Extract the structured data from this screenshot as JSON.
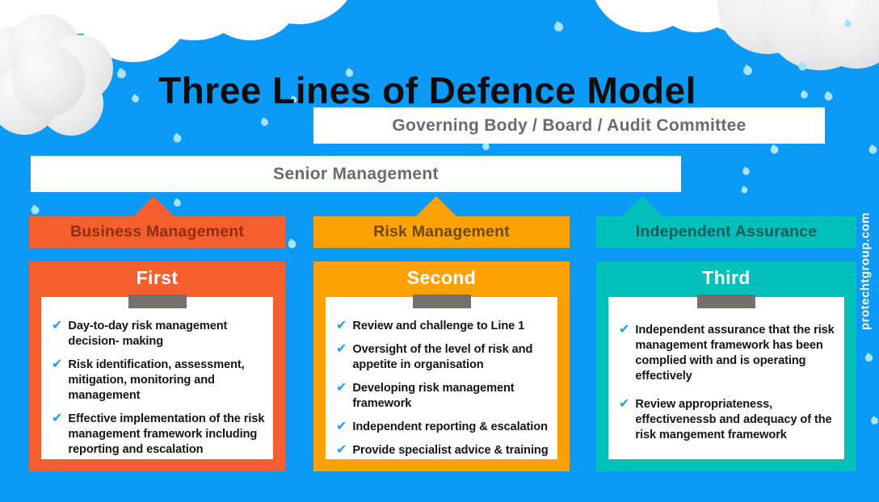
{
  "title": "Three Lines of Defence Model",
  "watermark": "protechtgroup.com",
  "background_color": "#0c9af7",
  "bars": {
    "governing": "Governing Body / Board / Audit Committee",
    "senior": "Senior Management"
  },
  "icons": {
    "check": "✔"
  },
  "columns": [
    {
      "header": "Business Management",
      "line_label": "First",
      "colors": {
        "fill": "#f55f2e",
        "header_text": "#8f2f15"
      },
      "items": [
        "Day-to-day risk management decision- making",
        "Risk identification, assessment, mitigation, monitoring and management",
        "Effective implementation of the risk management framework including reporting and escalation"
      ]
    },
    {
      "header": "Risk Management",
      "line_label": "Second",
      "colors": {
        "fill": "#fca204",
        "header_text": "#6b4a05"
      },
      "items": [
        "Review and challenge to Line 1",
        "Oversight of the level of risk and appetite in organisation",
        "Developing risk management framework",
        "Independent reporting & escalation",
        "Provide specialist advice & training"
      ]
    },
    {
      "header": "Independent Assurance",
      "line_label": "Third",
      "colors": {
        "fill": "#04c0ba",
        "header_text": "#0a5c59"
      },
      "items": [
        "Independent assurance that the risk management framework has been complied with and is operating effectively",
        "Review appropriateness, effectivenessb and adequacy of the risk mangement framework"
      ]
    }
  ]
}
